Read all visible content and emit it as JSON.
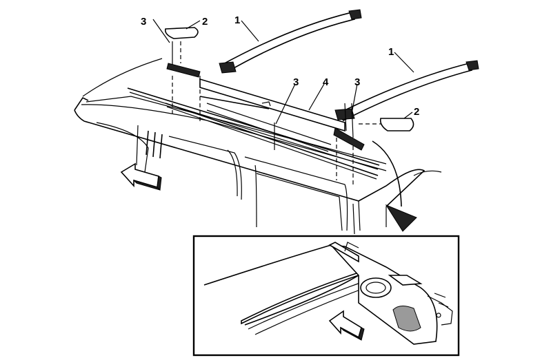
{
  "callouts": {
    "rail_front": "1",
    "rail_rear": "1",
    "cover_front": "2",
    "cover_rear": "2",
    "fastener_front": "3",
    "fastener_mid": "3",
    "fastener_rear": "3",
    "roof_strip": "4"
  },
  "colors": {
    "line": "#000000",
    "background": "#ffffff",
    "shade": "#9a9a9a"
  }
}
